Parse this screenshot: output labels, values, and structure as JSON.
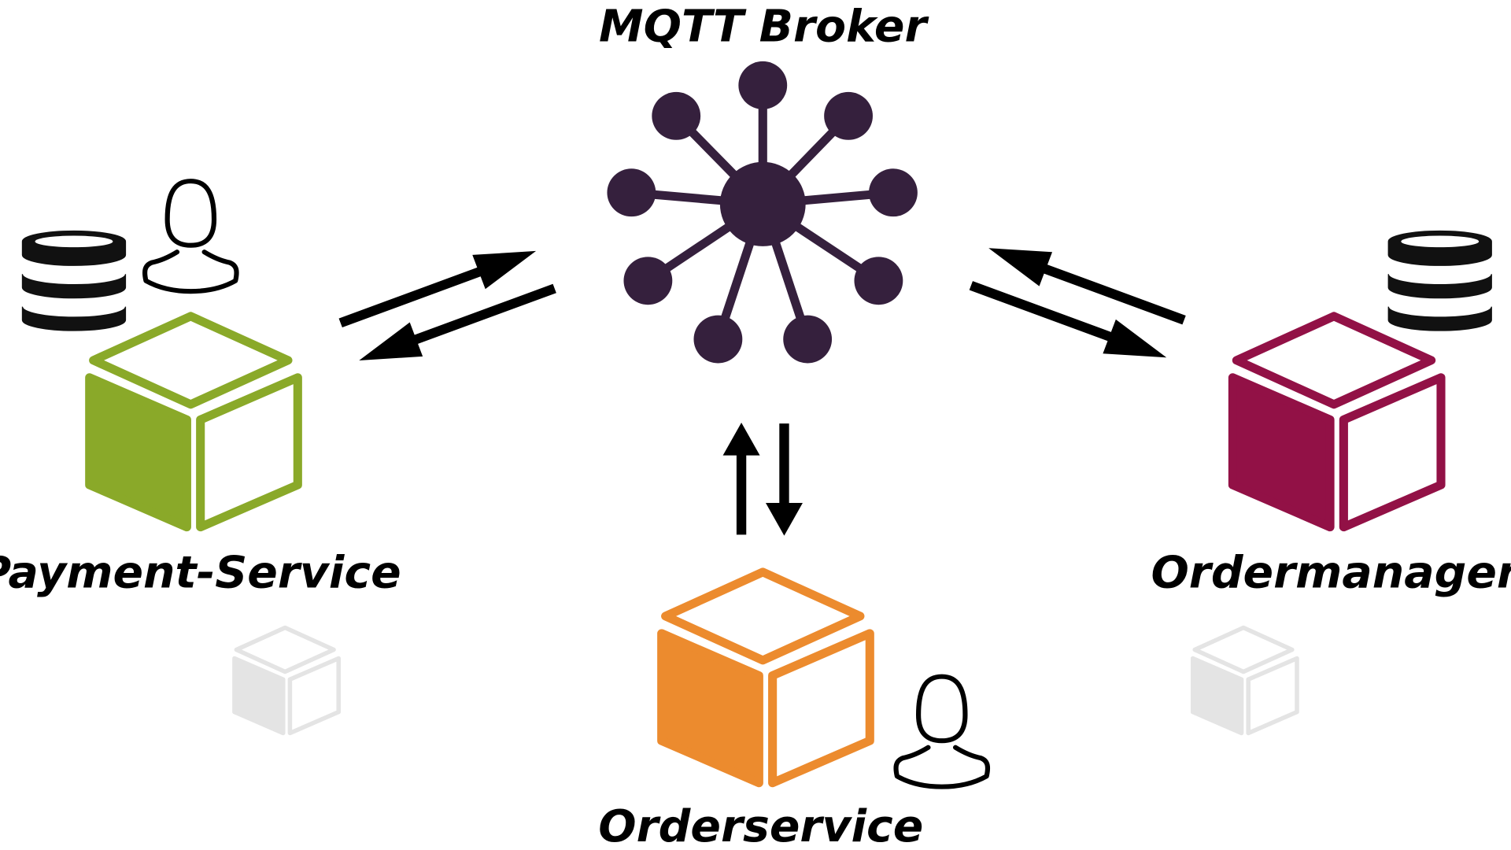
{
  "broker": {
    "label": "MQTT Broker"
  },
  "services": {
    "payment": {
      "label": "Payment-Service"
    },
    "orderservice": {
      "label": "Orderservice"
    },
    "ordermanager": {
      "label": "Ordermanager"
    }
  },
  "colors": {
    "broker": "#35203d",
    "payment": "#8aa929",
    "orderservice": "#ec8b2e",
    "ordermanager": "#921146",
    "replica": "#e4e4e4",
    "ink": "#000000"
  },
  "icons": {
    "broker": "hub-network-icon",
    "database": "database-stack-icon",
    "user": "user-icon",
    "service": "cube-box-icon"
  }
}
